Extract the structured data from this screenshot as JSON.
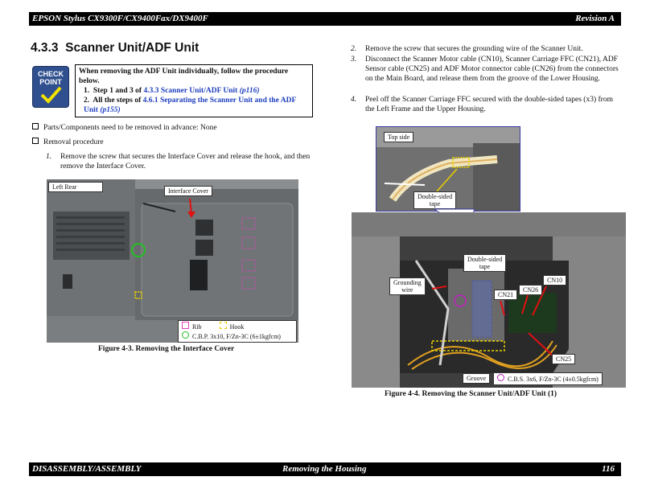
{
  "header": {
    "title": "EPSON Stylus CX9300F/CX9400Fax/DX9400F",
    "revision": "Revision A"
  },
  "section": {
    "number": "4.3.3",
    "title": "Scanner Unit/ADF Unit"
  },
  "check_point": {
    "icon_text": [
      "CHECK",
      "POINT"
    ],
    "intro": "When removing the ADF Unit individually, follow the procedure below.",
    "steps": [
      {
        "num": "1.",
        "text": "Step 1 and 3 of ",
        "link": "4.3.3  Scanner Unit/ADF Unit",
        "page": "(p116)"
      },
      {
        "num": "2.",
        "text": "All the steps of ",
        "link": "4.6.1  Separating the Scanner Unit and the ADF Unit",
        "page": "(p155)"
      }
    ]
  },
  "parts_line": "Parts/Components need to be removed in advance: None",
  "removal_title": "Removal procedure",
  "steps_left": [
    {
      "num": "1.",
      "text": "Remove the screw that secures the Interface Cover and release the hook, and then remove the Interface Cover."
    }
  ],
  "steps_right": [
    {
      "num": "2.",
      "text": "Remove the screw that secures the grounding wire of the Scanner Unit."
    },
    {
      "num": "3.",
      "text": "Disconnect the Scanner Motor cable (CN10), Scanner Carriage FFC (CN21), ADF Sensor cable (CN25) and ADF Motor connector cable (CN26) from the connectors on the Main Board, and release them from the groove of the Lower Housing."
    },
    {
      "num": "4.",
      "text": "Peel off the Scanner Carriage FFC secured with the double-sided tapes (x3) from the Left Frame and the Upper Housing."
    }
  ],
  "figure1": {
    "caption": "Figure 4-3.  Removing the Interface Cover",
    "labels": {
      "left_rear": "Left Rear",
      "interface_cover": "Interface Cover"
    },
    "legend": {
      "rib": "Rib",
      "hook": "Hook",
      "screw": "C.B.P. 3x10, F/Zn-3C (6±1kgfcm)"
    }
  },
  "figure2": {
    "caption": "Figure 4-4.  Removing the Scanner Unit/ADF Unit (1)",
    "labels": {
      "top_side": "Top side",
      "double_sided_tape_inset": [
        "Double-sided",
        "tape"
      ],
      "double_sided_tape": [
        "Double-sided",
        "tape"
      ],
      "grounding_wire": [
        "Grounding",
        "wire"
      ],
      "cn21": "CN21",
      "cn26": "CN26",
      "cn10": "CN10",
      "cn25": "CN25",
      "groove": "Groove"
    },
    "legend": {
      "screw": "C.B.S. 3x6, F/Zn-3C (4±0.5kgfcm)"
    }
  },
  "footer": {
    "left": "DISASSEMBLY/ASSEMBLY",
    "center": "Removing the Housing",
    "page": "116"
  },
  "colors": {
    "link": "#1f3fbf",
    "rib": "#e040c0",
    "hook": "#e8d000",
    "screw_green": "#22c020",
    "screw_magenta": "#c020c0",
    "arrow_red": "#e01010"
  }
}
